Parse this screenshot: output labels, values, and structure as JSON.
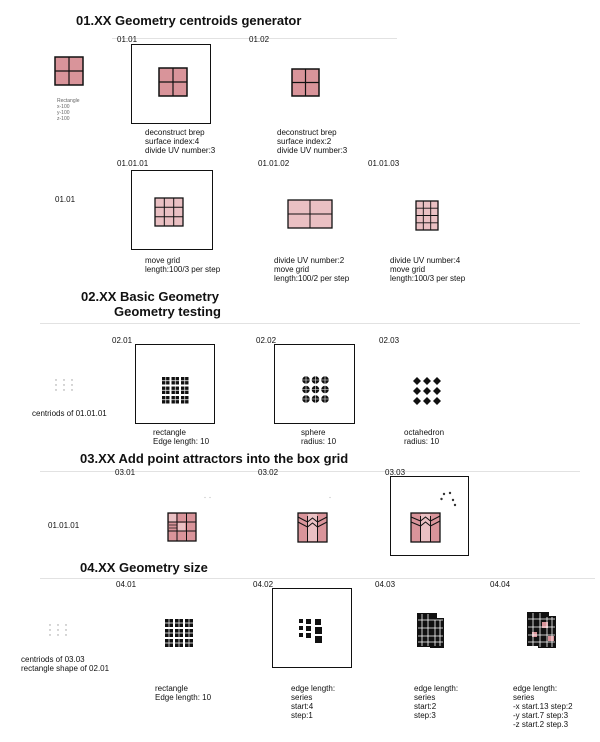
{
  "s1": {
    "title": "01.XX Geometry centroids generator",
    "input_label": "Rectangle\nx-100\ny-100\nz-100",
    "row1": [
      {
        "id": "01.01",
        "caption": "deconstruct brep\nsurface index:4\ndivide UV number:3"
      },
      {
        "id": "01.02",
        "caption": "deconstruct brep\nsurface index:2\ndivide UV number:3"
      }
    ],
    "row2_side": "01.01",
    "row2": [
      {
        "id": "01.01.01",
        "caption": "move grid\nlength:100/3 per step"
      },
      {
        "id": "01.01.02",
        "caption": "divide UV number:2\nmove grid\nlength:100/2 per step"
      },
      {
        "id": "01.01.03",
        "caption": "divide UV number:4\nmove grid\nlength:100/3 per step"
      }
    ]
  },
  "s2": {
    "title": "02.XX Basic Geometry",
    "subtitle": "Geometry testing",
    "side": "centriods of 01.01.01",
    "items": [
      {
        "id": "02.01",
        "caption": "rectangle\nEdge length: 10"
      },
      {
        "id": "02.02",
        "caption": "sphere\nradius: 10"
      },
      {
        "id": "02.03",
        "caption": "octahedron\nradius: 10"
      }
    ]
  },
  "s3": {
    "title": "03.XX Add point attractors into the box grid",
    "side": "01.01.01",
    "items": [
      {
        "id": "03.01"
      },
      {
        "id": "03.02"
      },
      {
        "id": "03.03"
      }
    ]
  },
  "s4": {
    "title": "04.XX Geometry size",
    "side": "centriods of 03.03\nrectangle shape of 02.01",
    "items": [
      {
        "id": "04.01",
        "caption": "rectangle\nEdge length: 10"
      },
      {
        "id": "04.02",
        "caption": "edge length:\nseries\nstart:4\nstep:1"
      },
      {
        "id": "04.03",
        "caption": "edge length:\nseries\nstart:2\nstep:3"
      },
      {
        "id": "04.04",
        "caption": "edge length:\nseries\n-x start.13 step:2\n-y start.7 step:3\n-z start.2 step.3"
      }
    ]
  },
  "colors": {
    "fill": "#d9949a",
    "light": "#eac0c3",
    "stroke": "#111111"
  }
}
